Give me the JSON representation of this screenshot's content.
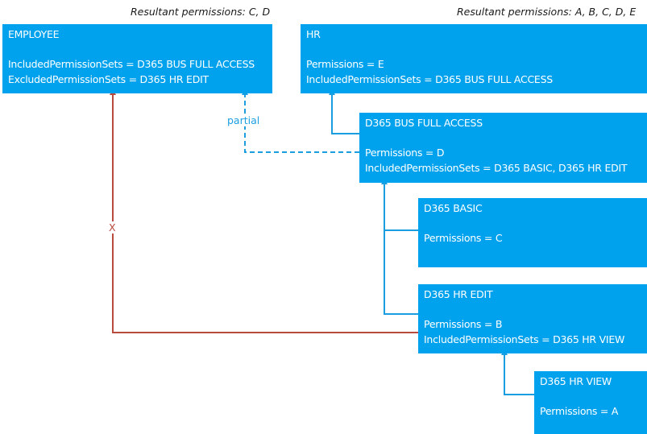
{
  "colors": {
    "box_fill": "#00a2ed",
    "box_text": "#ffffff",
    "include_connector": "#1a9ee0",
    "exclude_connector": "#b94a3e",
    "caption_text": "#1a1a1a"
  },
  "captions": {
    "employee": "Resultant permissions: C, D",
    "hr": "Resultant permissions: A, B, C, D, E"
  },
  "boxes": {
    "employee": {
      "title": "EMPLOYEE",
      "line1": "IncludedPermissionSets = D365 BUS FULL ACCESS",
      "line2": "ExcludedPermissionSets = D365 HR EDIT"
    },
    "hr": {
      "title": "HR",
      "line1": "Permissions = E",
      "line2": "IncludedPermissionSets = D365 BUS FULL ACCESS"
    },
    "bus_full_access": {
      "title": "D365 BUS FULL ACCESS",
      "line1": "Permissions = D",
      "line2": "IncludedPermissionSets = D365 BASIC, D365 HR EDIT"
    },
    "basic": {
      "title": "D365 BASIC",
      "line1": "Permissions = C"
    },
    "hr_edit": {
      "title": "D365 HR EDIT",
      "line1": "Permissions = B",
      "line2": "IncludedPermissionSets = D365 HR VIEW"
    },
    "hr_view": {
      "title": "D365 HR VIEW",
      "line1": "Permissions = A"
    }
  },
  "edge_labels": {
    "partial": "partial",
    "excluded": "X"
  }
}
